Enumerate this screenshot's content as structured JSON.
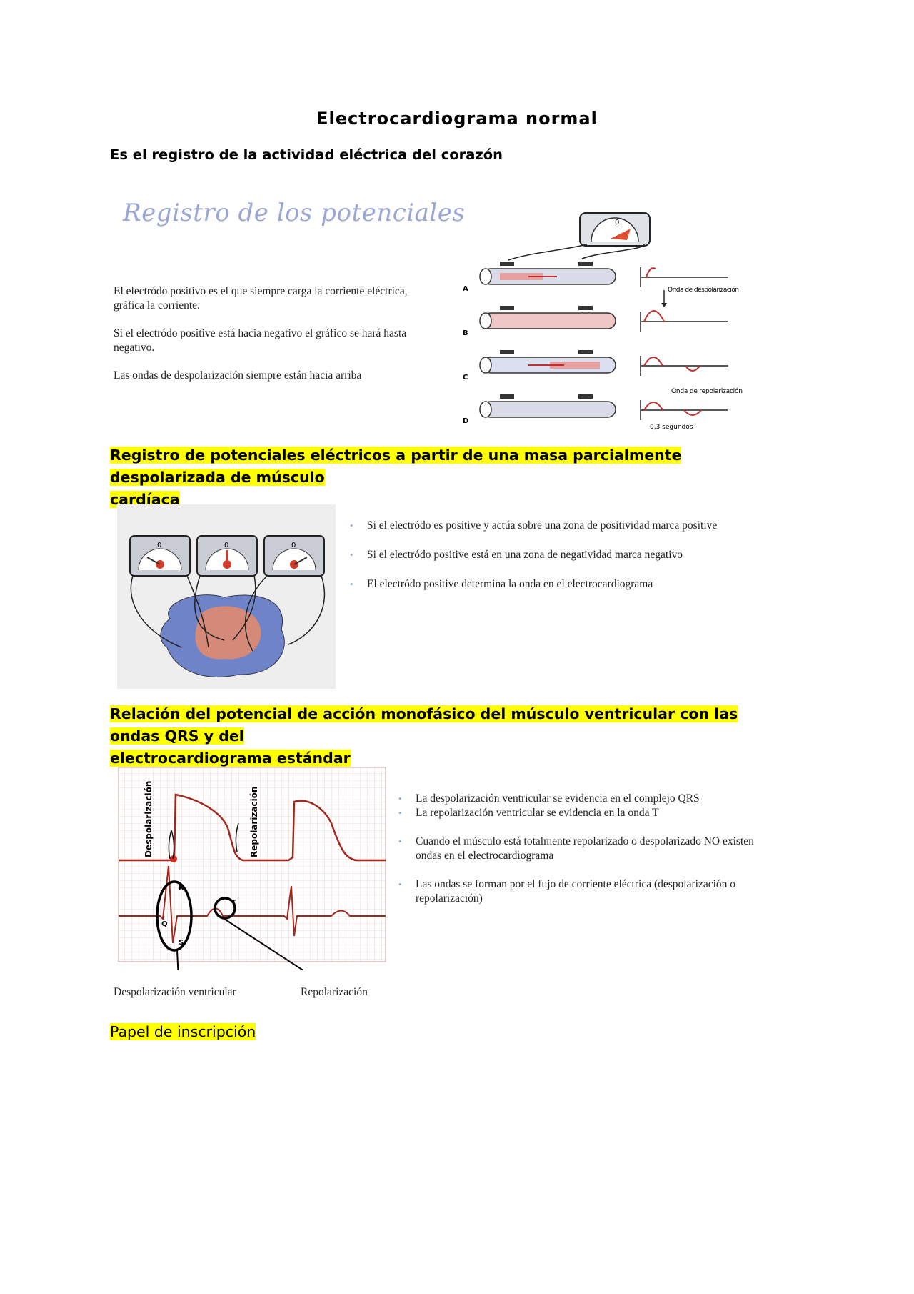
{
  "document": {
    "title": "Electrocardiograma normal",
    "subtitle": "Es el registro de la actividad eléctrica del corazón",
    "section1": {
      "handwritten_title": "Registro de los potenciales",
      "paragraphs": [
        "El electródo positivo es el que siempre carga la corriente eléctrica, gráfica la corriente.",
        "Si el electródo positive está hacia negativo el gráfico se hará hasta negativo.",
        "Las ondas de despolarización siempre están hacia arriba"
      ],
      "figure": {
        "rows": [
          "A",
          "B",
          "C",
          "D"
        ],
        "label_depol": "Onda de despolarización",
        "label_repol": "Onda de repolarización",
        "label_time": "0,3 segundos",
        "gauge_zero": "0"
      }
    },
    "section2": {
      "heading_line1": "Registro de potenciales eléctricos a partir de una masa parcialmente despolarizada de músculo",
      "heading_line2": "cardíaca",
      "bullets": [
        "Si el electródo es positive y actúa sobre una zona de positividad marca positive",
        "Si el electródo positive está en una zona de negatividad marca negativo",
        "El electródo positive determina la onda en el electrocardiograma"
      ],
      "figure": {
        "gauge_zero": "0"
      }
    },
    "section3": {
      "heading_line1": "Relación del potencial de acción monofásico del músculo ventricular con las ondas QRS y del",
      "heading_line2": "electrocardiograma estándar",
      "bullets": [
        "La despolarización ventricular se evidencia en el complejo QRS",
        "La repolarización ventricular se evidencia en la onda T",
        "Cuando el músculo está totalmente repolarizado o despolarizado NO existen ondas en el electrocardiograma",
        "Las ondas se forman por el fujo de corriente eléctrica (despolarización o repolarización)"
      ],
      "figure": {
        "label_depol_vertical": "Despolarización",
        "label_repol_vertical": "Repolarización",
        "wave_r": "R",
        "wave_q": "Q",
        "wave_s": "S",
        "wave_t": "T",
        "caption_left": "Despolarización ventricular",
        "caption_right": "Repolarización"
      }
    },
    "footer_heading": "Papel de inscripción"
  }
}
